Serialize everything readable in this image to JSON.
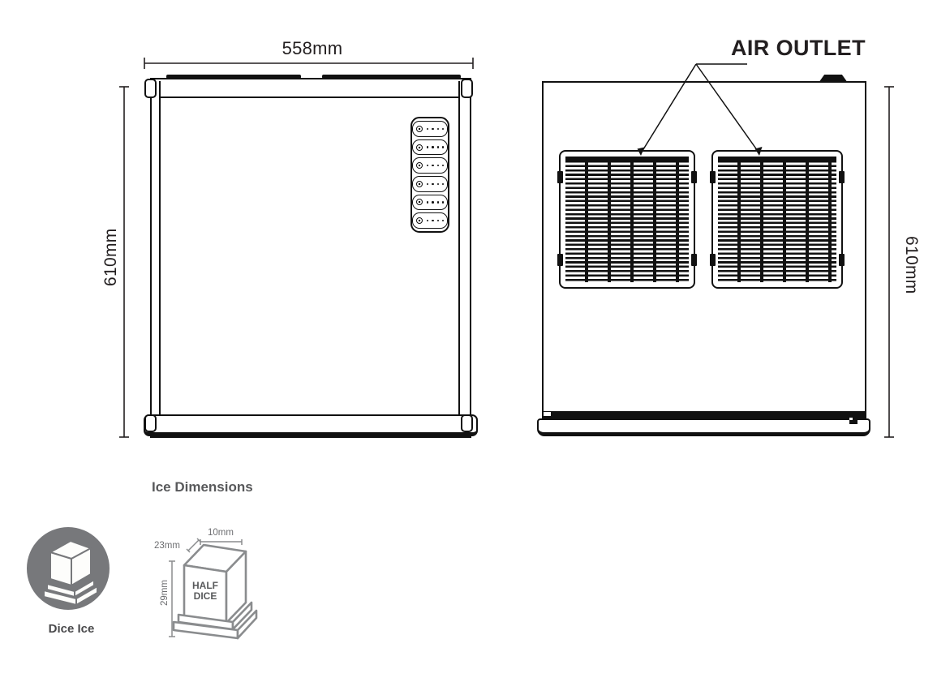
{
  "diagram": {
    "front_view": {
      "width_dim": "558mm",
      "height_dim": "610mm"
    },
    "back_view": {
      "air_outlet_label": "AIR OUTLET",
      "height_dim": "610mm"
    },
    "ice_section": {
      "title": "Ice Dimensions",
      "dice_icon_caption": "Dice Ice",
      "half_dice": {
        "label_line1": "HALF",
        "label_line2": "DICE",
        "top_width_dim": "10mm",
        "depth_dim": "23mm",
        "height_dim": "29mm"
      }
    },
    "colors": {
      "line": "#111111",
      "dim_text": "#231f20",
      "icon_circle_gray": "#77787b",
      "cube_outline_gray": "#8a8c8e",
      "label_gray": "#58595b"
    }
  }
}
